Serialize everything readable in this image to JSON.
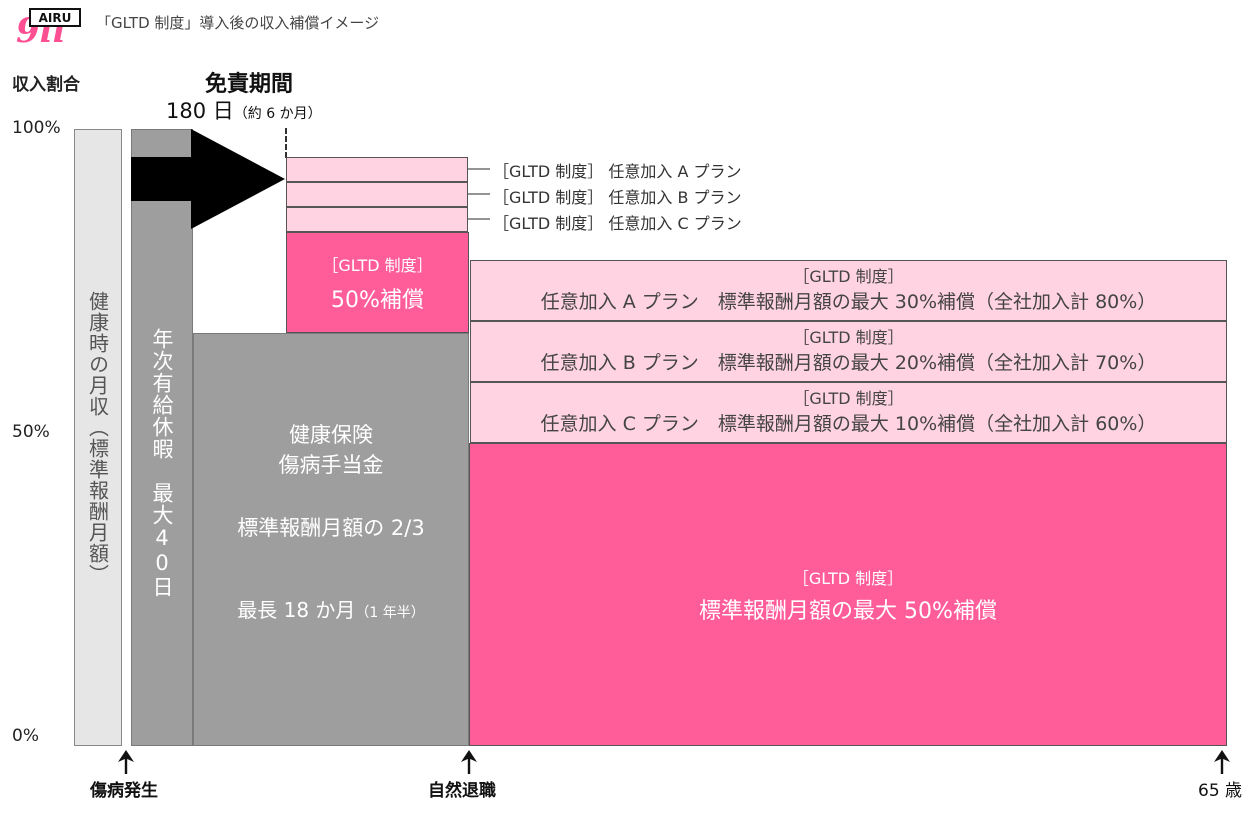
{
  "header": {
    "logo_text": "AIRU",
    "title": "「GLTD 制度」導入後の収入補償イメージ"
  },
  "axis": {
    "title": "収入割合",
    "ticks": [
      "100%",
      "50%",
      "0%"
    ]
  },
  "exempt": {
    "title": "免責期間",
    "days": "180 日",
    "days_note": "（約 6 か月）"
  },
  "bars": {
    "healthy": "健康時の月収（標準報酬月額）",
    "paid_leave": "年次有給休暇　最大40日"
  },
  "insurance": {
    "line1": "健康保険",
    "line2": "傷病手当金",
    "line3": "標準報酬月額の 2/3",
    "line4": "最長 18 か月",
    "line4_note": "（1 年半）"
  },
  "small_options": [
    "［GLTD 制度］ 任意加入 A プラン",
    "［GLTD 制度］ 任意加入 B プラン",
    "［GLTD 制度］ 任意加入 C プラン"
  ],
  "gltd_top": {
    "heading": "［GLTD 制度］",
    "body": "50%補償"
  },
  "plan_rows": [
    {
      "heading": "［GLTD 制度］",
      "body": "任意加入 A プラン　標準報酬月額の最大 30%補償（全社加入計 80%）"
    },
    {
      "heading": "［GLTD 制度］",
      "body": "任意加入 B プラン　標準報酬月額の最大 20%補償（全社加入計 70%）"
    },
    {
      "heading": "［GLTD 制度］",
      "body": "任意加入 C プラン　標準報酬月額の最大 10%補償（全社加入計 60%）"
    }
  ],
  "gltd_main": {
    "heading": "［GLTD 制度］",
    "body": "標準報酬月額の最大 50%補償"
  },
  "markers": {
    "onset": "傷病発生",
    "retire": "自然退職",
    "age": "65 歳"
  },
  "colors": {
    "pink_strong": "#ff5c9a",
    "pink_light": "#ffd3e1",
    "gray": "#9e9e9e",
    "light_gray": "#e6e6e6"
  }
}
